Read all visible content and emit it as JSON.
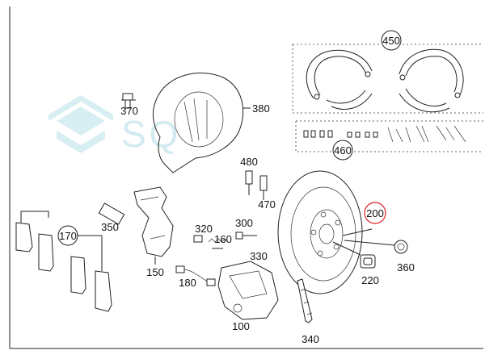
{
  "watermark": {
    "text": "SQ",
    "color": "#7fc6d6"
  },
  "highlight_color": "#e02020",
  "part_numbers": {
    "p450": "450",
    "p460": "460",
    "p370": "370",
    "p380": "380",
    "p480": "480",
    "p470": "470",
    "p350": "350",
    "p150": "150",
    "p170": "170",
    "p320": "320",
    "p160": "160",
    "p300": "300",
    "p330": "330",
    "p180": "180",
    "p100": "100",
    "p200": "200",
    "p220": "220",
    "p360": "360",
    "p340": "340"
  }
}
